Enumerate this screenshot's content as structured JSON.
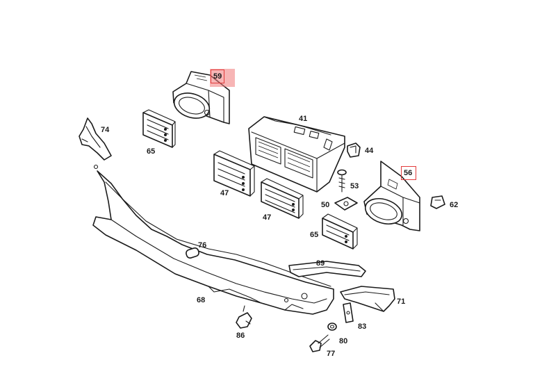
{
  "highlight_color": "#e23b3b",
  "highlight_fill": "#f07878",
  "callouts": [
    {
      "id": "59",
      "highlighted": true,
      "filled": true
    },
    {
      "id": "56",
      "highlighted": true,
      "filled": false
    },
    {
      "id": "74"
    },
    {
      "id": "65"
    },
    {
      "id": "41"
    },
    {
      "id": "44"
    },
    {
      "id": "47"
    },
    {
      "id": "53"
    },
    {
      "id": "50"
    },
    {
      "id": "47"
    },
    {
      "id": "62"
    },
    {
      "id": "65"
    },
    {
      "id": "76"
    },
    {
      "id": "89"
    },
    {
      "id": "68"
    },
    {
      "id": "71"
    },
    {
      "id": "83"
    },
    {
      "id": "80"
    },
    {
      "id": "86"
    },
    {
      "id": "77"
    }
  ]
}
